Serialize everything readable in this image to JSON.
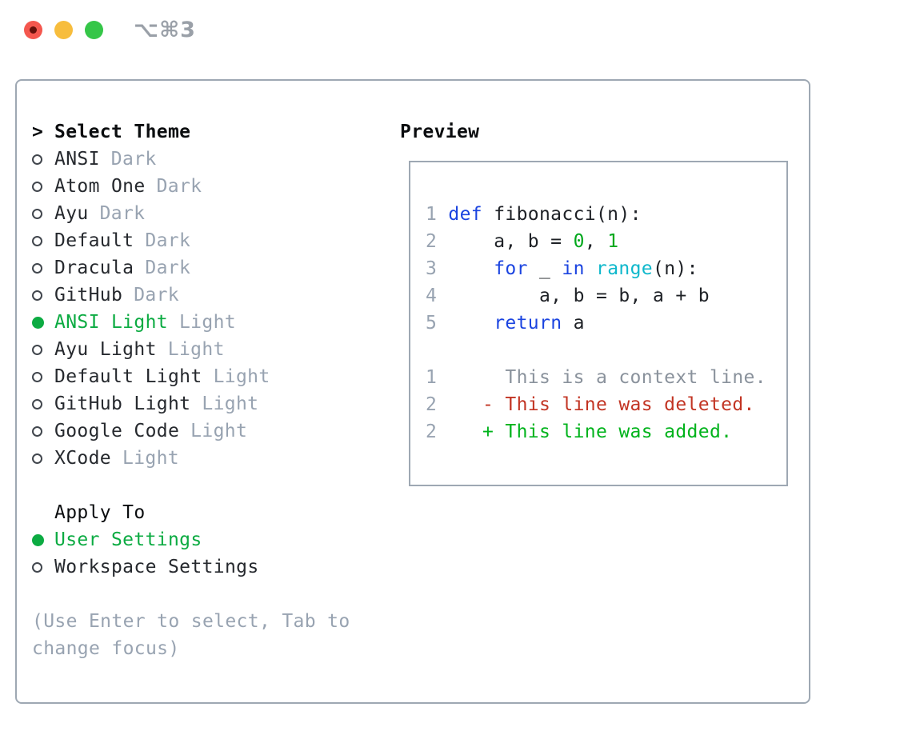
{
  "titlebar": {
    "shortcut": "⌥⌘3",
    "buttons": [
      "close",
      "minimize",
      "zoom"
    ]
  },
  "colors": {
    "ui-border": "#9ea8b3",
    "text": "#26292e",
    "heading": "#0b0d0f",
    "muted": "#98a3b1",
    "sel-green": "#0cab42",
    "kw": "#1b44e0",
    "builtin": "#0fb8cc",
    "numlit": "#00a81c",
    "gutter": "#98a3b1",
    "ctx": "#8a929c",
    "del": "#c23423",
    "add": "#00b31c"
  },
  "theme_picker": {
    "header_marker": ">",
    "header": "Select Theme",
    "items": [
      {
        "name": "ANSI",
        "variant": "Dark",
        "selected": false
      },
      {
        "name": "Atom One",
        "variant": "Dark",
        "selected": false
      },
      {
        "name": "Ayu",
        "variant": "Dark",
        "selected": false
      },
      {
        "name": "Default",
        "variant": "Dark",
        "selected": false
      },
      {
        "name": "Dracula",
        "variant": "Dark",
        "selected": false
      },
      {
        "name": "GitHub",
        "variant": "Dark",
        "selected": false
      },
      {
        "name": "ANSI Light",
        "variant": "Light",
        "selected": true
      },
      {
        "name": "Ayu Light",
        "variant": "Light",
        "selected": false
      },
      {
        "name": "Default Light",
        "variant": "Light",
        "selected": false
      },
      {
        "name": "GitHub Light",
        "variant": "Light",
        "selected": false
      },
      {
        "name": "Google Code",
        "variant": "Light",
        "selected": false
      },
      {
        "name": "XCode",
        "variant": "Light",
        "selected": false
      }
    ]
  },
  "apply_to": {
    "header": "Apply To",
    "options": [
      {
        "label": "User Settings",
        "selected": true
      },
      {
        "label": "Workspace Settings",
        "selected": false
      }
    ]
  },
  "help_text": "(Use Enter to select, Tab to change focus)",
  "preview": {
    "header": "Preview",
    "code_lines": [
      {
        "num": "1",
        "segs": [
          {
            "t": "def",
            "c": "kw"
          },
          {
            "t": " fibonacci(n):",
            "c": "plain"
          }
        ]
      },
      {
        "num": "2",
        "segs": [
          {
            "t": "    a, b = ",
            "c": "plain"
          },
          {
            "t": "0",
            "c": "numlit"
          },
          {
            "t": ", ",
            "c": "plain"
          },
          {
            "t": "1",
            "c": "numlit"
          }
        ]
      },
      {
        "num": "3",
        "segs": [
          {
            "t": "    ",
            "c": "plain"
          },
          {
            "t": "for",
            "c": "kw"
          },
          {
            "t": " _ ",
            "c": "plain"
          },
          {
            "t": "in",
            "c": "kw"
          },
          {
            "t": " ",
            "c": "plain"
          },
          {
            "t": "range",
            "c": "builtin"
          },
          {
            "t": "(n):",
            "c": "plain"
          }
        ]
      },
      {
        "num": "4",
        "segs": [
          {
            "t": "        a, b = b, a + b",
            "c": "plain"
          }
        ]
      },
      {
        "num": "5",
        "segs": [
          {
            "t": "    ",
            "c": "plain"
          },
          {
            "t": "return",
            "c": "kw"
          },
          {
            "t": " a",
            "c": "plain"
          }
        ]
      },
      {
        "num": "",
        "segs": []
      },
      {
        "num": "1",
        "segs": [
          {
            "t": "     This is a context line.",
            "c": "ctx"
          }
        ]
      },
      {
        "num": "2",
        "segs": [
          {
            "t": "   - This line was deleted.",
            "c": "del"
          }
        ]
      },
      {
        "num": "2",
        "segs": [
          {
            "t": "   + This line was added.",
            "c": "add"
          }
        ]
      }
    ]
  }
}
